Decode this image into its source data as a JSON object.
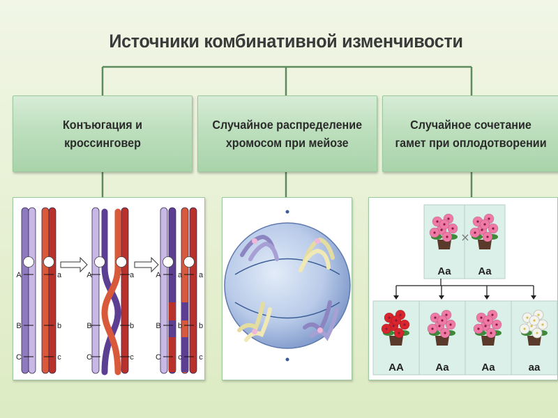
{
  "title": "Источники комбинативной изменчивости",
  "sources": [
    {
      "line1": "Конъюгация и",
      "line2": "кроссинговер"
    },
    {
      "line1": "Случайное распределение",
      "line2": "хромосом при мейозе"
    },
    {
      "line1": "Случайное сочетание",
      "line2": "гамет при оплодотворении"
    }
  ],
  "crossing_over": {
    "loci_left": [
      "A",
      "B",
      "C"
    ],
    "loci_right": [
      "a",
      "b",
      "c"
    ],
    "colors": {
      "maternal": "#8e7bbf",
      "paternal": "#d85a3a",
      "maternal_dark": "#5c3f93",
      "paternal_dark": "#a8283a"
    }
  },
  "meiosis": {
    "cell_color": "#9fb6dd"
  },
  "fertilization": {
    "cross_symbol": "×",
    "parents": [
      "Aa",
      "Aa"
    ],
    "offspring": [
      "AA",
      "Aa",
      "Aa",
      "aa"
    ],
    "flower_colors": {
      "AA": "#d8242c",
      "Aa": "#f07aa6",
      "aa": "#f4f4ef"
    }
  }
}
